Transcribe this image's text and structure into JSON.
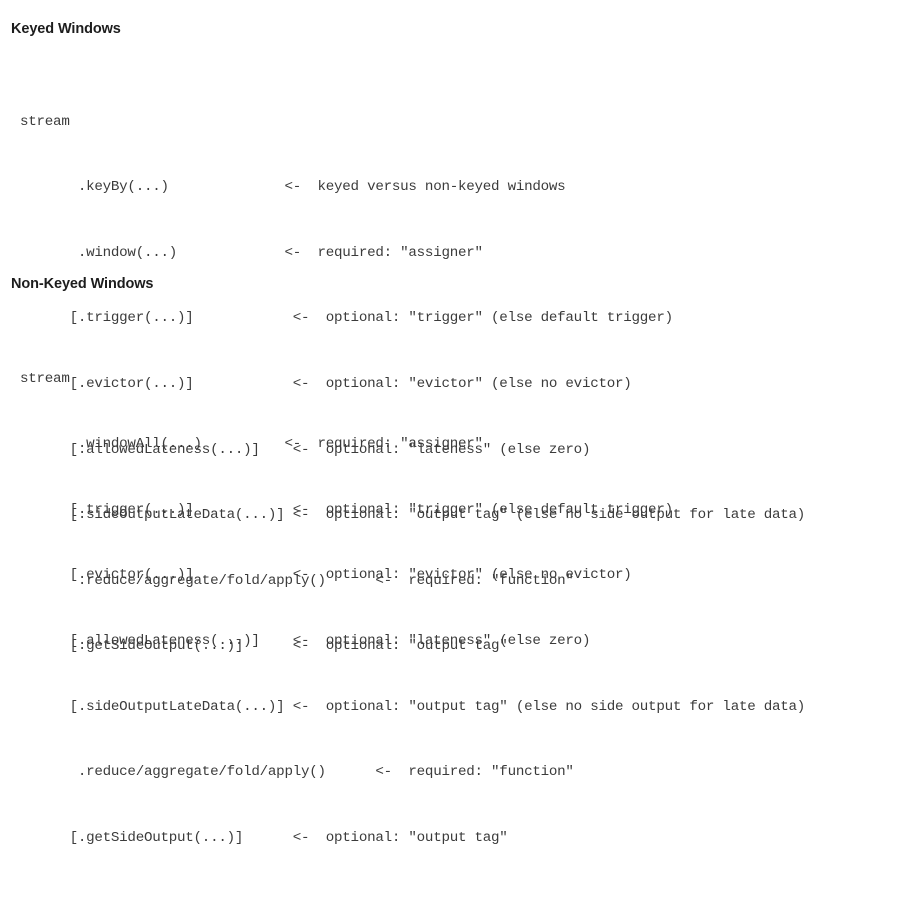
{
  "document": {
    "background_color": "#ffffff",
    "text_color": "#3b3b3b",
    "heading_color": "#1d1d1d"
  },
  "sections": [
    {
      "id": "keyed",
      "heading": "Keyed Windows",
      "code": {
        "root": "stream",
        "lines": [
          {
            "call": "       .keyBy(...)",
            "arrow": "<-",
            "comment": "keyed versus non-keyed windows",
            "raw": "       .keyBy(...)              <-  keyed versus non-keyed windows"
          },
          {
            "call": "       .window(...)",
            "arrow": "<-",
            "comment": "required: \"assigner\"",
            "raw": "       .window(...)             <-  required: \"assigner\""
          },
          {
            "call": "      [.trigger(...)]",
            "arrow": "<-",
            "comment": "optional: \"trigger\" (else default trigger)",
            "raw": "      [.trigger(...)]            <-  optional: \"trigger\" (else default trigger)"
          },
          {
            "call": "      [.evictor(...)]",
            "arrow": "<-",
            "comment": "optional: \"evictor\" (else no evictor)",
            "raw": "      [.evictor(...)]            <-  optional: \"evictor\" (else no evictor)"
          },
          {
            "call": "      [.allowedLateness(...)]",
            "arrow": "<-",
            "comment": "optional: \"lateness\" (else zero)",
            "raw": "      [.allowedLateness(...)]    <-  optional: \"lateness\" (else zero)"
          },
          {
            "call": "      [.sideOutputLateData(...)]",
            "arrow": "<-",
            "comment": "optional: \"output tag\" (else no side output for late data)",
            "raw": "      [.sideOutputLateData(...)] <-  optional: \"output tag\" (else no side output for late data)"
          },
          {
            "call": "       .reduce/aggregate/fold/apply()",
            "arrow": "<-",
            "comment": "required: \"function\"",
            "raw": "       .reduce/aggregate/fold/apply()      <-  required: \"function\""
          },
          {
            "call": "      [.getSideOutput(...)]",
            "arrow": "<-",
            "comment": "optional: \"output tag\"",
            "raw": "      [.getSideOutput(...)]      <-  optional: \"output tag\""
          }
        ]
      }
    },
    {
      "id": "nonkeyed",
      "heading": "Non-Keyed Windows",
      "code": {
        "root": "stream",
        "lines": [
          {
            "call": "       .windowAll(...)",
            "arrow": "<-",
            "comment": "required: \"assigner\"",
            "raw": "       .windowAll(...)          <-  required: \"assigner\""
          },
          {
            "call": "      [.trigger(...)]",
            "arrow": "<-",
            "comment": "optional: \"trigger\" (else default trigger)",
            "raw": "      [.trigger(...)]            <-  optional: \"trigger\" (else default trigger)"
          },
          {
            "call": "      [.evictor(...)]",
            "arrow": "<-",
            "comment": "optional: \"evictor\" (else no evictor)",
            "raw": "      [.evictor(...)]            <-  optional: \"evictor\" (else no evictor)"
          },
          {
            "call": "      [.allowedLateness(...)]",
            "arrow": "<-",
            "comment": "optional: \"lateness\" (else zero)",
            "raw": "      [.allowedLateness(...)]    <-  optional: \"lateness\" (else zero)"
          },
          {
            "call": "      [.sideOutputLateData(...)]",
            "arrow": "<-",
            "comment": "optional: \"output tag\" (else no side output for late data)",
            "raw": "      [.sideOutputLateData(...)] <-  optional: \"output tag\" (else no side output for late data)"
          },
          {
            "call": "       .reduce/aggregate/fold/apply()",
            "arrow": "<-",
            "comment": "required: \"function\"",
            "raw": "       .reduce/aggregate/fold/apply()      <-  required: \"function\""
          },
          {
            "call": "      [.getSideOutput(...)]",
            "arrow": "<-",
            "comment": "optional: \"output tag\"",
            "raw": "      [.getSideOutput(...)]      <-  optional: \"output tag\""
          }
        ]
      }
    }
  ]
}
